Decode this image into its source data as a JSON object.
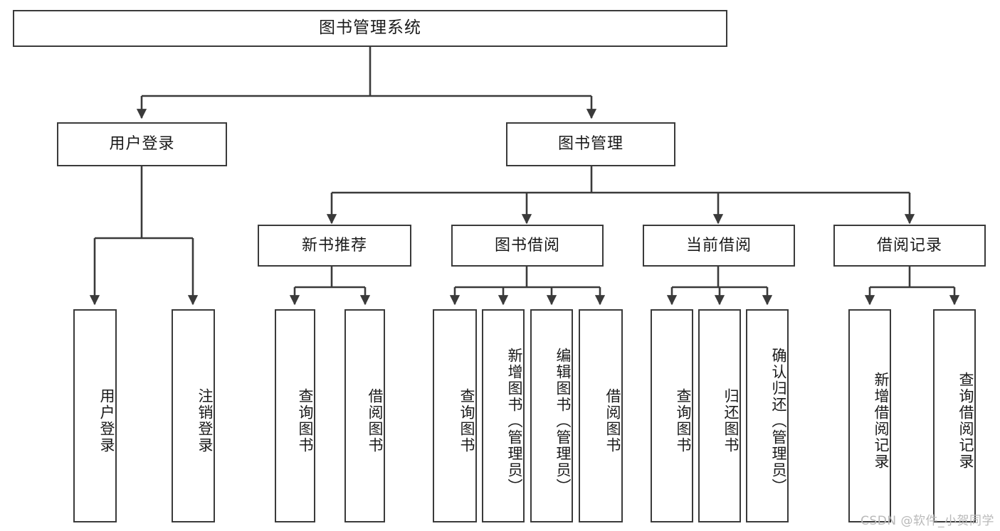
{
  "diagram": {
    "title": "图书管理系统",
    "type": "tree-hierarchy",
    "watermark": "CSDN @软件_小贺同学",
    "line_color": "#3a3a3a",
    "box_fill": "#ffffff",
    "text_color": "#1a1a1a",
    "watermark_color": "#b9b9b9"
  },
  "nodes": {
    "root": {
      "label": "图书管理系统",
      "level": 1
    },
    "user_login": {
      "label": "用户登录",
      "level": 2
    },
    "book_manage": {
      "label": "图书管理",
      "level": 2
    },
    "new_book_rec": {
      "label": "新书推荐",
      "level": 3
    },
    "book_borrow": {
      "label": "图书借阅",
      "level": 3
    },
    "current_borrow": {
      "label": "当前借阅",
      "level": 3
    },
    "borrow_record": {
      "label": "借阅记录",
      "level": 3
    },
    "leaf_user_login": {
      "label": "用户登录",
      "level": 3
    },
    "leaf_user_logout": {
      "label": "注销登录",
      "level": 3
    },
    "leaf_query_book_1": {
      "label": "查询图书",
      "level": 4
    },
    "leaf_borrow_book_1": {
      "label": "借阅图书",
      "level": 4
    },
    "leaf_query_book_2": {
      "label": "查询图书",
      "level": 4
    },
    "leaf_add_book": {
      "label": "新增图书（管理员）",
      "level": 4
    },
    "leaf_edit_book": {
      "label": "编辑图书（管理员）",
      "level": 4
    },
    "leaf_borrow_book_2": {
      "label": "借阅图书",
      "level": 4
    },
    "leaf_query_book_3": {
      "label": "查询图书",
      "level": 4
    },
    "leaf_return_book": {
      "label": "归还图书",
      "level": 4
    },
    "leaf_confirm_return": {
      "label": "确认归还（管理员）",
      "level": 4
    },
    "leaf_add_record": {
      "label": "新增借阅记录",
      "level": 4
    },
    "leaf_query_record": {
      "label": "查询借阅记录",
      "level": 4
    }
  },
  "chart_data": {
    "type": "tree",
    "title": "图书管理系统",
    "edges": [
      [
        "图书管理系统",
        "用户登录"
      ],
      [
        "图书管理系统",
        "图书管理"
      ],
      [
        "用户登录",
        "用户登录"
      ],
      [
        "用户登录",
        "注销登录"
      ],
      [
        "图书管理",
        "新书推荐"
      ],
      [
        "图书管理",
        "图书借阅"
      ],
      [
        "图书管理",
        "当前借阅"
      ],
      [
        "图书管理",
        "借阅记录"
      ],
      [
        "新书推荐",
        "查询图书"
      ],
      [
        "新书推荐",
        "借阅图书"
      ],
      [
        "图书借阅",
        "查询图书"
      ],
      [
        "图书借阅",
        "新增图书（管理员）"
      ],
      [
        "图书借阅",
        "编辑图书（管理员）"
      ],
      [
        "图书借阅",
        "借阅图书"
      ],
      [
        "当前借阅",
        "查询图书"
      ],
      [
        "当前借阅",
        "归还图书"
      ],
      [
        "当前借阅",
        "确认归还（管理员）"
      ],
      [
        "借阅记录",
        "新增借阅记录"
      ],
      [
        "借阅记录",
        "查询借阅记录"
      ]
    ]
  }
}
